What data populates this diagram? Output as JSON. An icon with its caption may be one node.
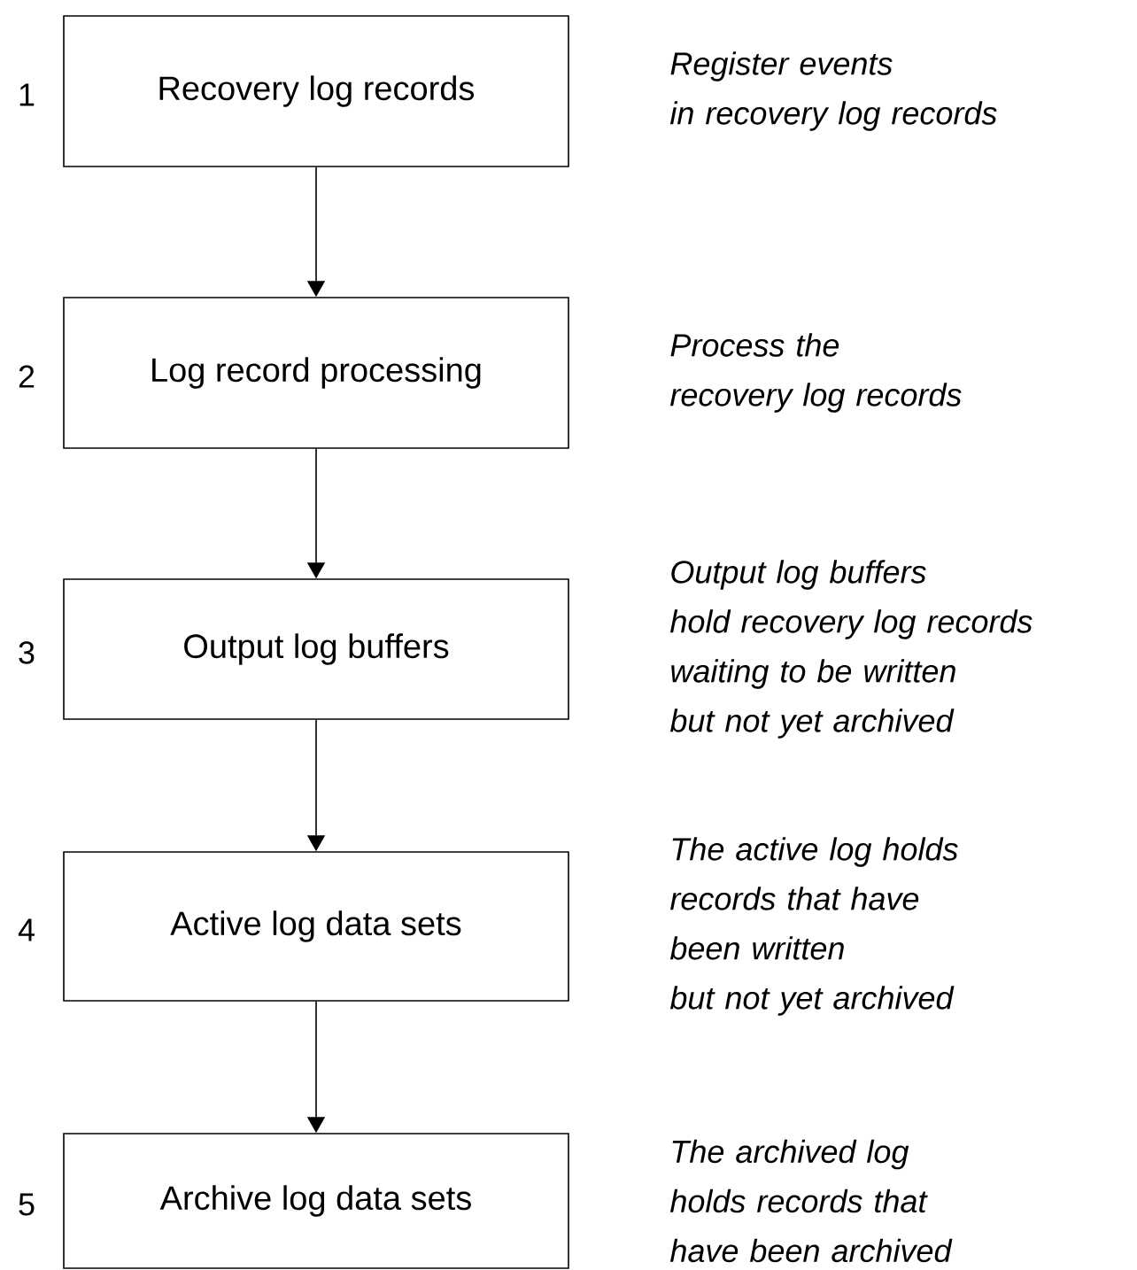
{
  "diagram": {
    "nodes": [
      {
        "text": [
          "Recovery log records"
        ],
        "beside": [
          "1",
          "Register events in recovery log records"
        ]
      },
      {
        "text": [
          "Log record processing"
        ],
        "beside": [
          "2",
          "Process the recovery log records"
        ]
      },
      {
        "text": [
          "Output log buffers"
        ],
        "beside": [
          "3",
          "Output log buffers hold recovery log records waiting to be written but not yet archived"
        ]
      },
      {
        "text": [
          "Active log data sets"
        ],
        "beside": [
          "4",
          "The active log holds records that have been written but not yet archived"
        ]
      },
      {
        "text": [
          "Archive log data sets"
        ],
        "beside": [
          "5",
          "The archived log holds records that have been archived"
        ]
      }
    ],
    "edges": [
      {
        "from": 0,
        "to": 1,
        "arrow": "to"
      },
      {
        "from": 1,
        "to": 2,
        "arrow": "to"
      },
      {
        "from": 2,
        "to": 3,
        "arrow": "to"
      },
      {
        "from": 3,
        "to": 4,
        "arrow": "to"
      }
    ]
  }
}
